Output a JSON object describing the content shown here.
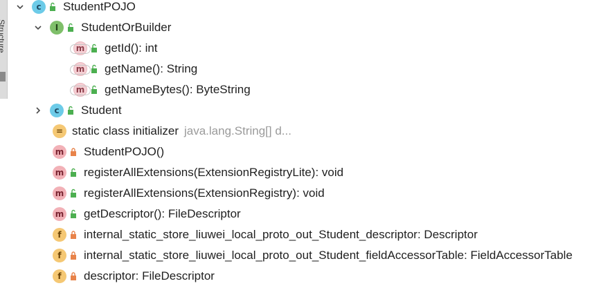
{
  "side_panel": {
    "label": "Structure"
  },
  "tree": {
    "root": {
      "name": "StudentPOJO",
      "kind_letter": "c"
    },
    "interface": {
      "name": "StudentOrBuilder",
      "kind_letter": "I"
    },
    "interface_methods": [
      {
        "name": "getId(): int",
        "kind_letter": "m"
      },
      {
        "name": "getName(): String",
        "kind_letter": "m"
      },
      {
        "name": "getNameBytes(): ByteString",
        "kind_letter": "m"
      }
    ],
    "student_class": {
      "name": "Student",
      "kind_letter": "c"
    },
    "static_init": {
      "name": "static class initializer",
      "detail": "java.lang.String[] d...",
      "kind_letter": "="
    },
    "members": [
      {
        "name": "StudentPOJO()",
        "kind_letter": "m",
        "visibility": "private"
      },
      {
        "name": "registerAllExtensions(ExtensionRegistryLite): void",
        "kind_letter": "m",
        "visibility": "public"
      },
      {
        "name": "registerAllExtensions(ExtensionRegistry): void",
        "kind_letter": "m",
        "visibility": "public"
      },
      {
        "name": "getDescriptor(): FileDescriptor",
        "kind_letter": "m",
        "visibility": "public"
      },
      {
        "name": "internal_static_store_liuwei_local_proto_out_Student_descriptor: Descriptor",
        "kind_letter": "f",
        "visibility": "private"
      },
      {
        "name": "internal_static_store_liuwei_local_proto_out_Student_fieldAccessorTable: FieldAccessorTable",
        "kind_letter": "f",
        "visibility": "private"
      },
      {
        "name": "descriptor: FileDescriptor",
        "kind_letter": "f",
        "visibility": "private"
      }
    ]
  },
  "colors": {
    "class_icon": "#6dcbe8",
    "interface_icon": "#7fbf6a",
    "method_icon": "#f2b1b7",
    "field_icon": "#f5c874",
    "public_green": "#4caf50",
    "private_orange": "#e8834a"
  }
}
